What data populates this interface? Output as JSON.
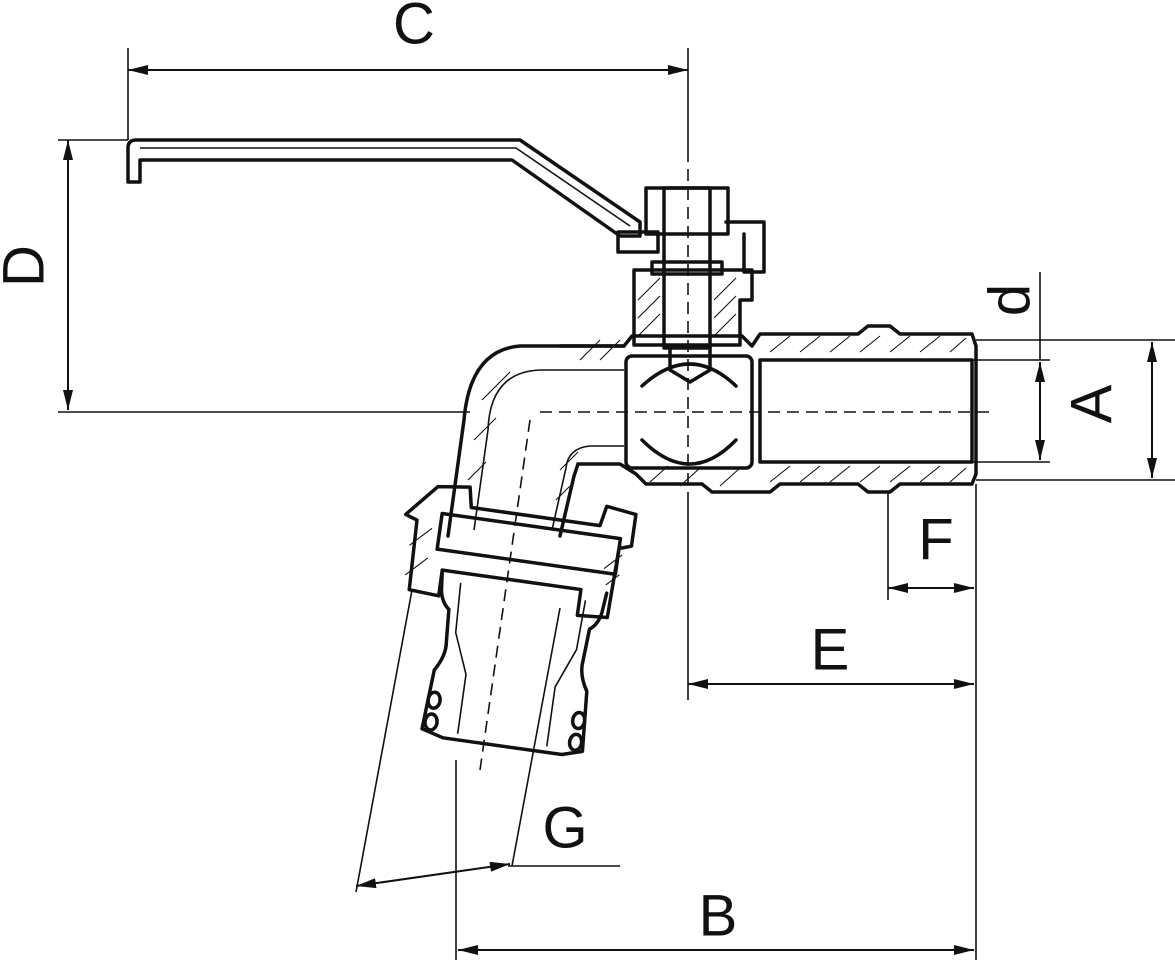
{
  "dimension_labels": {
    "C": "C",
    "D": "D",
    "d": "d",
    "A": "A",
    "F": "F",
    "E": "E",
    "G": "G",
    "B": "B"
  },
  "colors": {
    "line": "#111111",
    "background": "#ffffff"
  }
}
